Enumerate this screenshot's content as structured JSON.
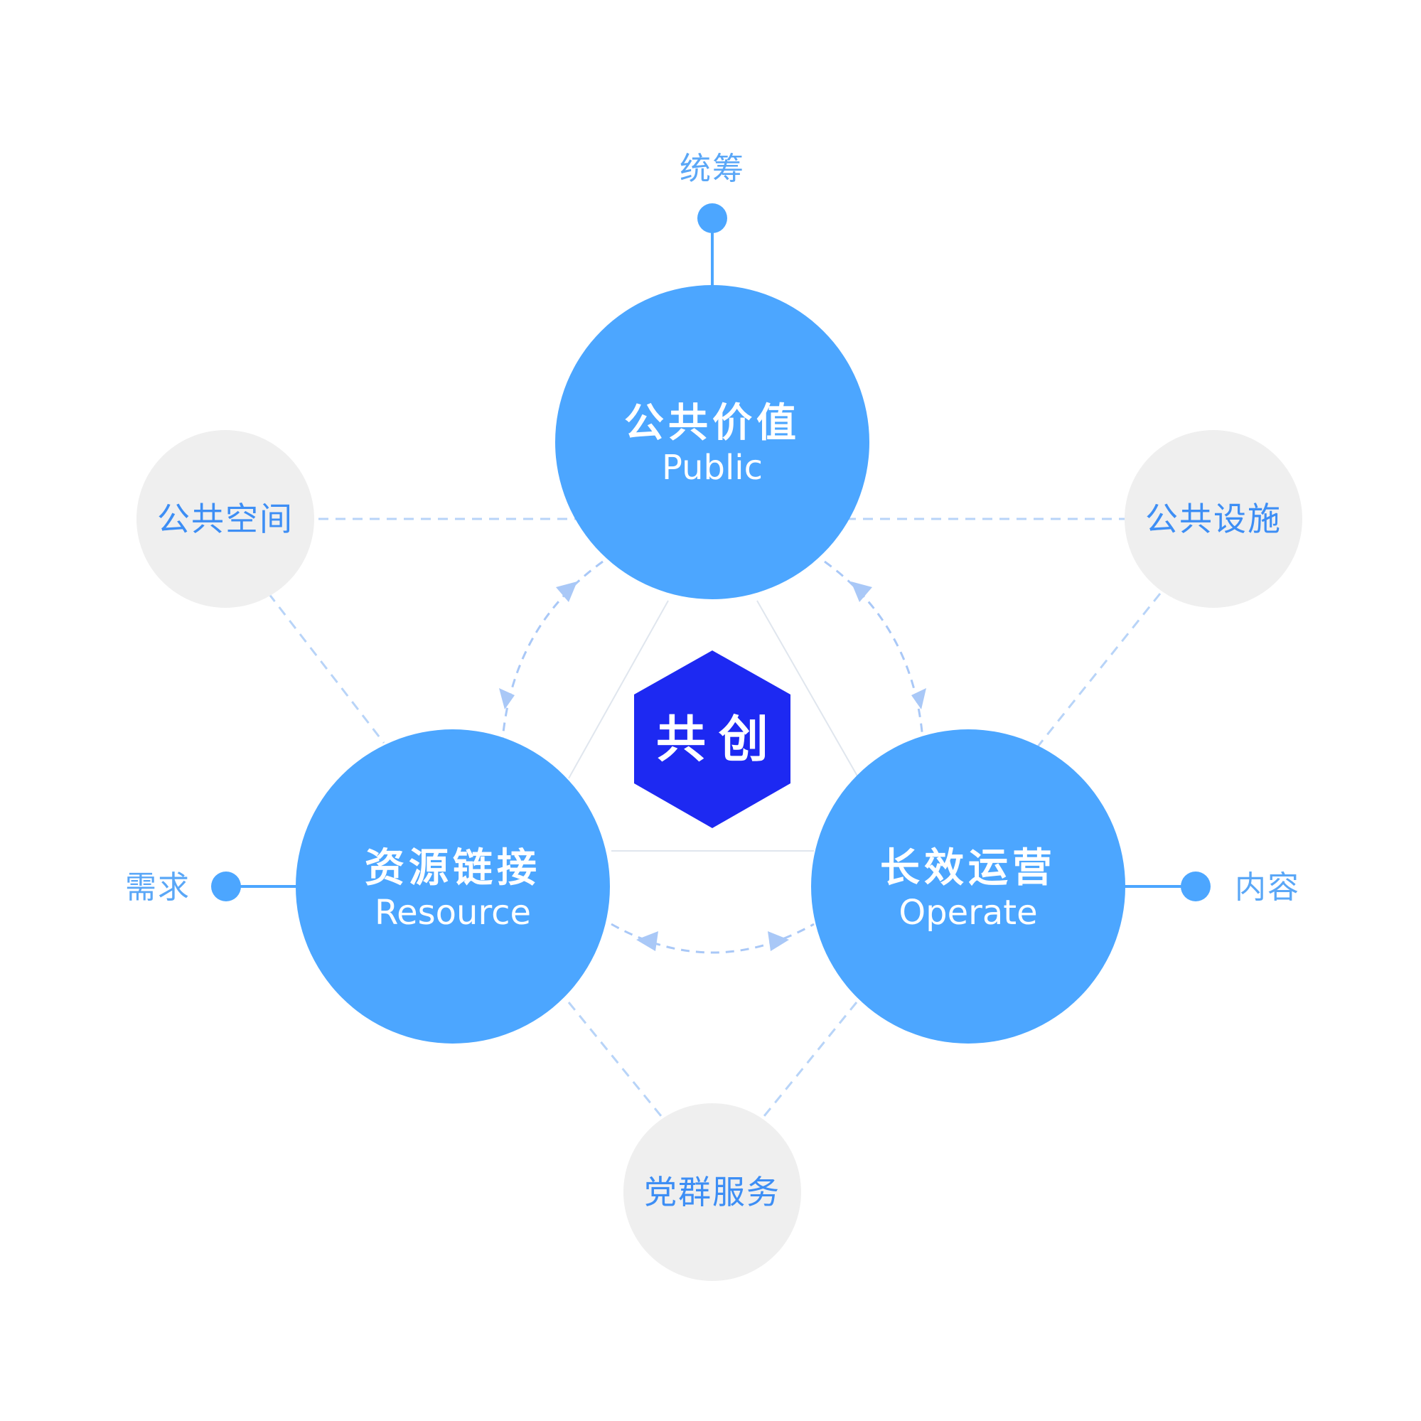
{
  "colors": {
    "main_circle": "#4ca6ff",
    "grey_circle": "#efefef",
    "hexagon": "#1d29f2",
    "dashed_line": "#b8d4f8",
    "dot": "#4ca6ff",
    "arrow": "#a9c8f7",
    "inner_line": "#e0e6ee"
  },
  "center": {
    "label": "共创"
  },
  "main_nodes": {
    "top": {
      "title": "公共价值",
      "subtitle": "Public"
    },
    "left": {
      "title": "资源链接",
      "subtitle": "Resource"
    },
    "right": {
      "title": "长效运营",
      "subtitle": "Operate"
    }
  },
  "satellite_nodes": {
    "top_left": "公共空间",
    "top_right": "公共设施",
    "bottom": "党群服务"
  },
  "pin_labels": {
    "top": "统筹",
    "left": "需求",
    "right": "内容"
  }
}
